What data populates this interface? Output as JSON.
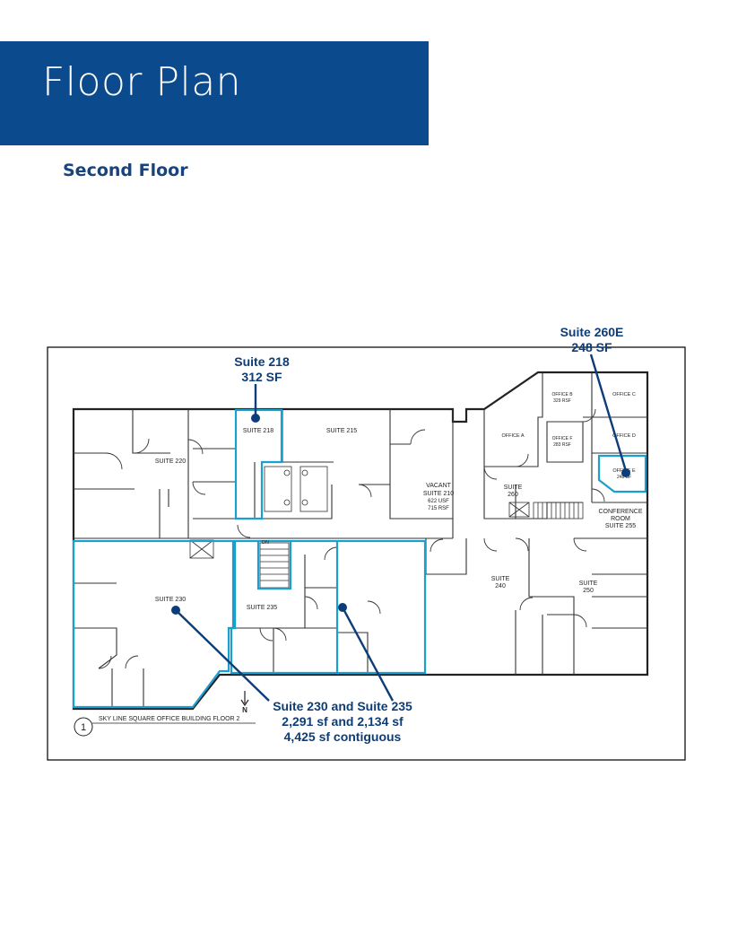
{
  "header": {
    "title": "Floor Plan",
    "subtitle": "Second Floor"
  },
  "colors": {
    "banner": "#0b4a8c",
    "subtitle": "#17447c",
    "callout": "#0d3d78",
    "highlight": "#1a9fd1"
  },
  "callouts": {
    "suite_218": {
      "line1": "Suite 218",
      "line2": "312 SF"
    },
    "suite_260e": {
      "line1": "Suite 260E",
      "line2": "248 SF"
    },
    "suite_230_235": {
      "line1": "Suite 230 and Suite 235",
      "line2": "2,291 sf and 2,134 sf",
      "line3": "4,425 sf contiguous"
    }
  },
  "rooms": {
    "suite_218": "SUITE 218",
    "suite_215": "SUITE 215",
    "suite_220": "SUITE 220",
    "vacant_1": "VACANT",
    "vacant_2": "SUITE 210",
    "vacant_3": "622 USF",
    "vacant_4": "715 RSF",
    "suite_260_1": "SUITE",
    "suite_260_2": "260",
    "office_a": "OFFICE A",
    "office_b": "OFFICE B",
    "office_b_rsf": "329 RSF",
    "office_c": "OFFICE C",
    "office_d": "OFFICE D",
    "office_e": "OFFICE E",
    "office_e_rsf": "248 SF",
    "office_f": "OFFICE F",
    "office_f_rsf": "283 RSF",
    "conf_1": "CONFERENCE",
    "conf_2": "ROOM",
    "conf_3": "SUITE 255",
    "suite_240_1": "SUITE",
    "suite_240_2": "240",
    "suite_250_1": "SUITE",
    "suite_250_2": "250",
    "suite_230": "SUITE 230",
    "suite_235": "SUITE 235",
    "dn": "DN",
    "north": "N"
  },
  "drawing": {
    "number": "1",
    "title": "SKY LINE SQUARE OFFICE BUILDING FLOOR 2"
  }
}
